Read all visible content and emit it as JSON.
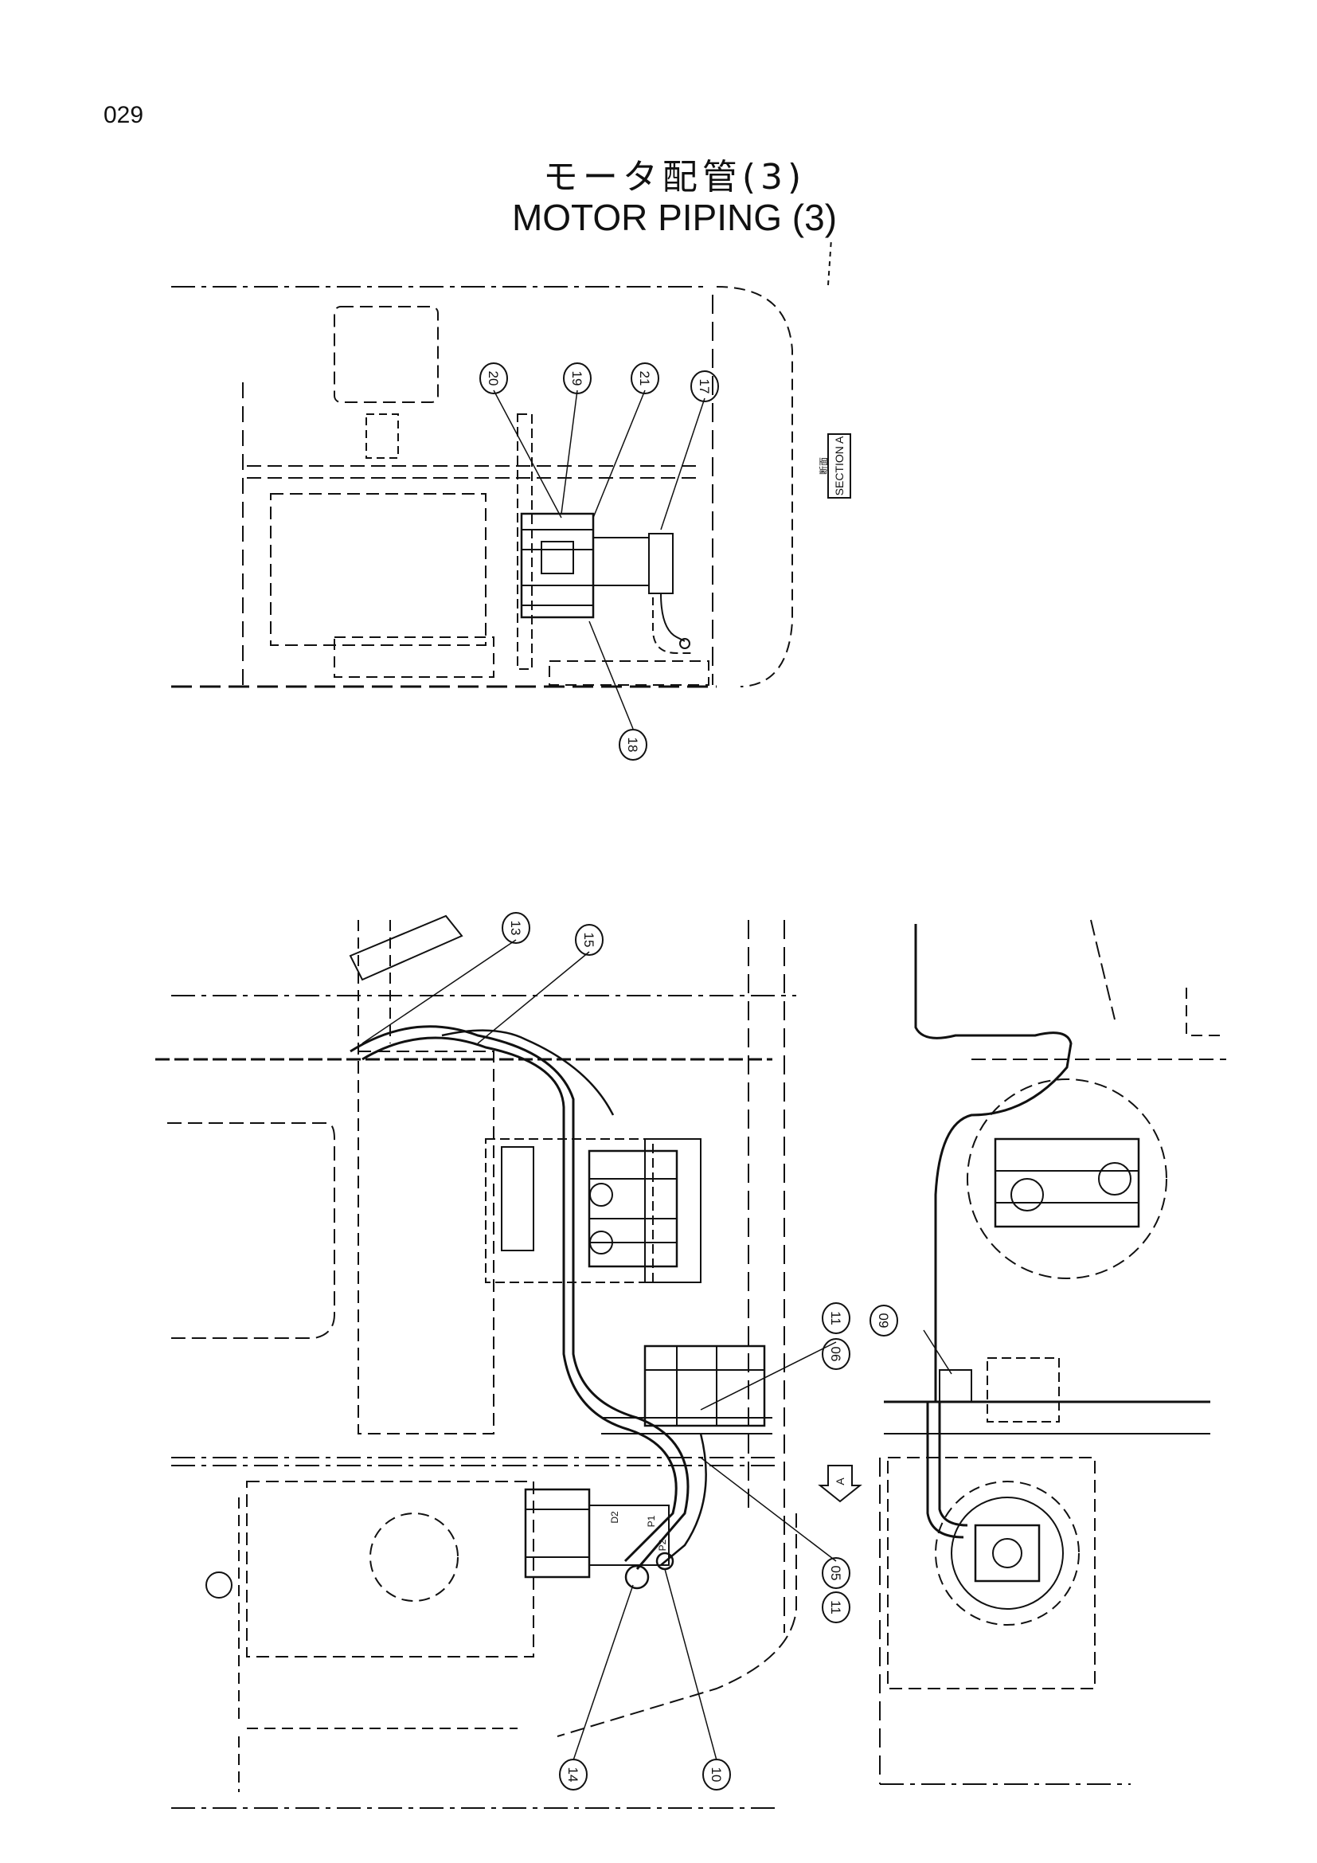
{
  "page_number": "029",
  "title_jp": "モータ配管(3)",
  "title_en": "MOTOR PIPING (3)",
  "section_label": "SECTION A",
  "section_jp": "断面",
  "arrow_label": "A",
  "port_labels": [
    "P2",
    "P1",
    "D2"
  ],
  "callouts": {
    "c05": "05",
    "c06": "06",
    "c09": "09",
    "c10": "10",
    "c11a": "11",
    "c11b": "11",
    "c13": "13",
    "c14": "14",
    "c15": "15",
    "c17": "17",
    "c18": "18",
    "c19": "19",
    "c20": "20",
    "c21": "21"
  }
}
